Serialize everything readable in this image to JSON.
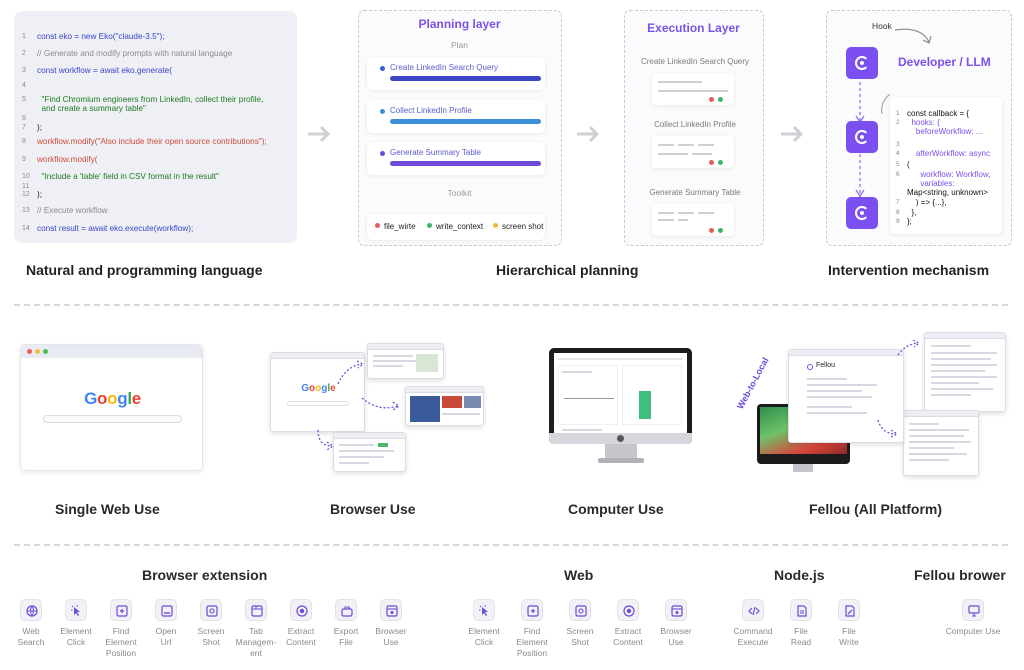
{
  "colors": {
    "accent": "#7b4ff0",
    "plan_blue": "#3a7fd6",
    "plan_purple": "#6d4bd8",
    "red": "#e25c5c",
    "green": "#3fb56a",
    "yellow": "#f0b93a"
  },
  "code": [
    {
      "n": "1",
      "t": "const eko = new Eko(\"claude-3.5\");"
    },
    {
      "n": "2",
      "t": "// Generate and modify prompts with natural language"
    },
    {
      "n": "3",
      "t": "const workflow = await eko.generate("
    },
    {
      "n": "4",
      "t": ""
    },
    {
      "n": "5",
      "t": "  \"Find Chromium engineers from LinkedIn, collect their profile,"
    },
    {
      "n": "",
      "t": "  and create a summary table\""
    },
    {
      "n": "6",
      "t": ""
    },
    {
      "n": "7",
      "t": ");"
    },
    {
      "n": "8",
      "t": "workflow.modify(\"Also include their open source contributions\");"
    },
    {
      "n": "9",
      "t": "workflow.modify("
    },
    {
      "n": "10",
      "t": "  \"Include a 'table' field in CSV format in the result\""
    },
    {
      "n": "11",
      "t": ""
    },
    {
      "n": "12",
      "t": ");"
    },
    {
      "n": "13",
      "t": "// Execute workflow"
    },
    {
      "n": "14",
      "t": "const result = await eko.execute(workflow);"
    }
  ],
  "planning": {
    "title": "Planning layer",
    "plan_label": "Plan",
    "steps": [
      "Create LinkedIn Search Query",
      "Collect LinkedIn Profile",
      "Generate Summary Table"
    ],
    "toolkit_label": "Toolkit",
    "tools": [
      "file_wirte",
      "write_context",
      "screen shot"
    ]
  },
  "execution": {
    "title": "Execution Layer",
    "steps": [
      "Create LinkedIn Search Query",
      "Collect LinkedIn Profile",
      "Generate Summary Table"
    ]
  },
  "intervention": {
    "hook_label": "Hook",
    "actor": "Developer / LLM",
    "callback": [
      {
        "n": "1",
        "t": "const callback = {"
      },
      {
        "n": "2",
        "t": "  hooks: {"
      },
      {
        "n": "",
        "t": "    beforeWorkflow: ..."
      },
      {
        "n": "3",
        "t": ""
      },
      {
        "n": "4",
        "t": "    afterWorkflow: async"
      },
      {
        "n": "5",
        "t": "("
      },
      {
        "n": "6",
        "t": "      workflow: Workflow,"
      },
      {
        "n": "",
        "t": "      variables:"
      },
      {
        "n": "",
        "t": "Map<string, unknown>"
      },
      {
        "n": "7",
        "t": "    ) => {...},"
      },
      {
        "n": "8",
        "t": "  },"
      },
      {
        "n": "9",
        "t": "};"
      }
    ]
  },
  "captions": {
    "natural": "Natural and programming language",
    "hierarchical": "Hierarchical planning",
    "intervention": "Intervention mechanism"
  },
  "uses": {
    "single_web": "Single Web Use",
    "browser": "Browser Use",
    "computer": "Computer Use",
    "fellou": "Fellou (All Platform)",
    "google_logo": "Google",
    "fellou_logo": "Fellou",
    "web_to_local": "Web-to-Local"
  },
  "groups": {
    "browser_extension": {
      "title": "Browser extension",
      "tools": [
        {
          "label": "Web\nSearch",
          "icon": "globe-icon"
        },
        {
          "label": "Element\nClick",
          "icon": "cursor-icon"
        },
        {
          "label": "Find\nElement\nPosition",
          "icon": "find-icon"
        },
        {
          "label": "Open\nUrl",
          "icon": "url-icon"
        },
        {
          "label": "Screen\nShot",
          "icon": "screenshot-icon"
        },
        {
          "label": "Tab\nManagem-\nent",
          "icon": "tab-icon"
        },
        {
          "label": "Extract\nContent",
          "icon": "extract-icon"
        },
        {
          "label": "Export\nFile",
          "icon": "export-icon"
        },
        {
          "label": "Browser\nUse",
          "icon": "browser-icon"
        }
      ]
    },
    "web": {
      "title": "Web",
      "tools": [
        {
          "label": "Element\nClick",
          "icon": "cursor-icon"
        },
        {
          "label": "Find\nElement\nPosition",
          "icon": "find-icon"
        },
        {
          "label": "Screen\nShot",
          "icon": "screenshot-icon"
        },
        {
          "label": "Extract\nContent",
          "icon": "extract-icon"
        },
        {
          "label": "Browser\nUse",
          "icon": "browser-icon"
        }
      ]
    },
    "nodejs": {
      "title": "Node.js",
      "tools": [
        {
          "label": "Command\nExecute",
          "icon": "code-icon"
        },
        {
          "label": "File\nRead",
          "icon": "file-read-icon"
        },
        {
          "label": "File\nWrite",
          "icon": "file-write-icon"
        }
      ]
    },
    "fellou_browser": {
      "title": "Fellou brower",
      "tools": [
        {
          "label": "Computer Use",
          "icon": "monitor-icon"
        }
      ]
    }
  }
}
